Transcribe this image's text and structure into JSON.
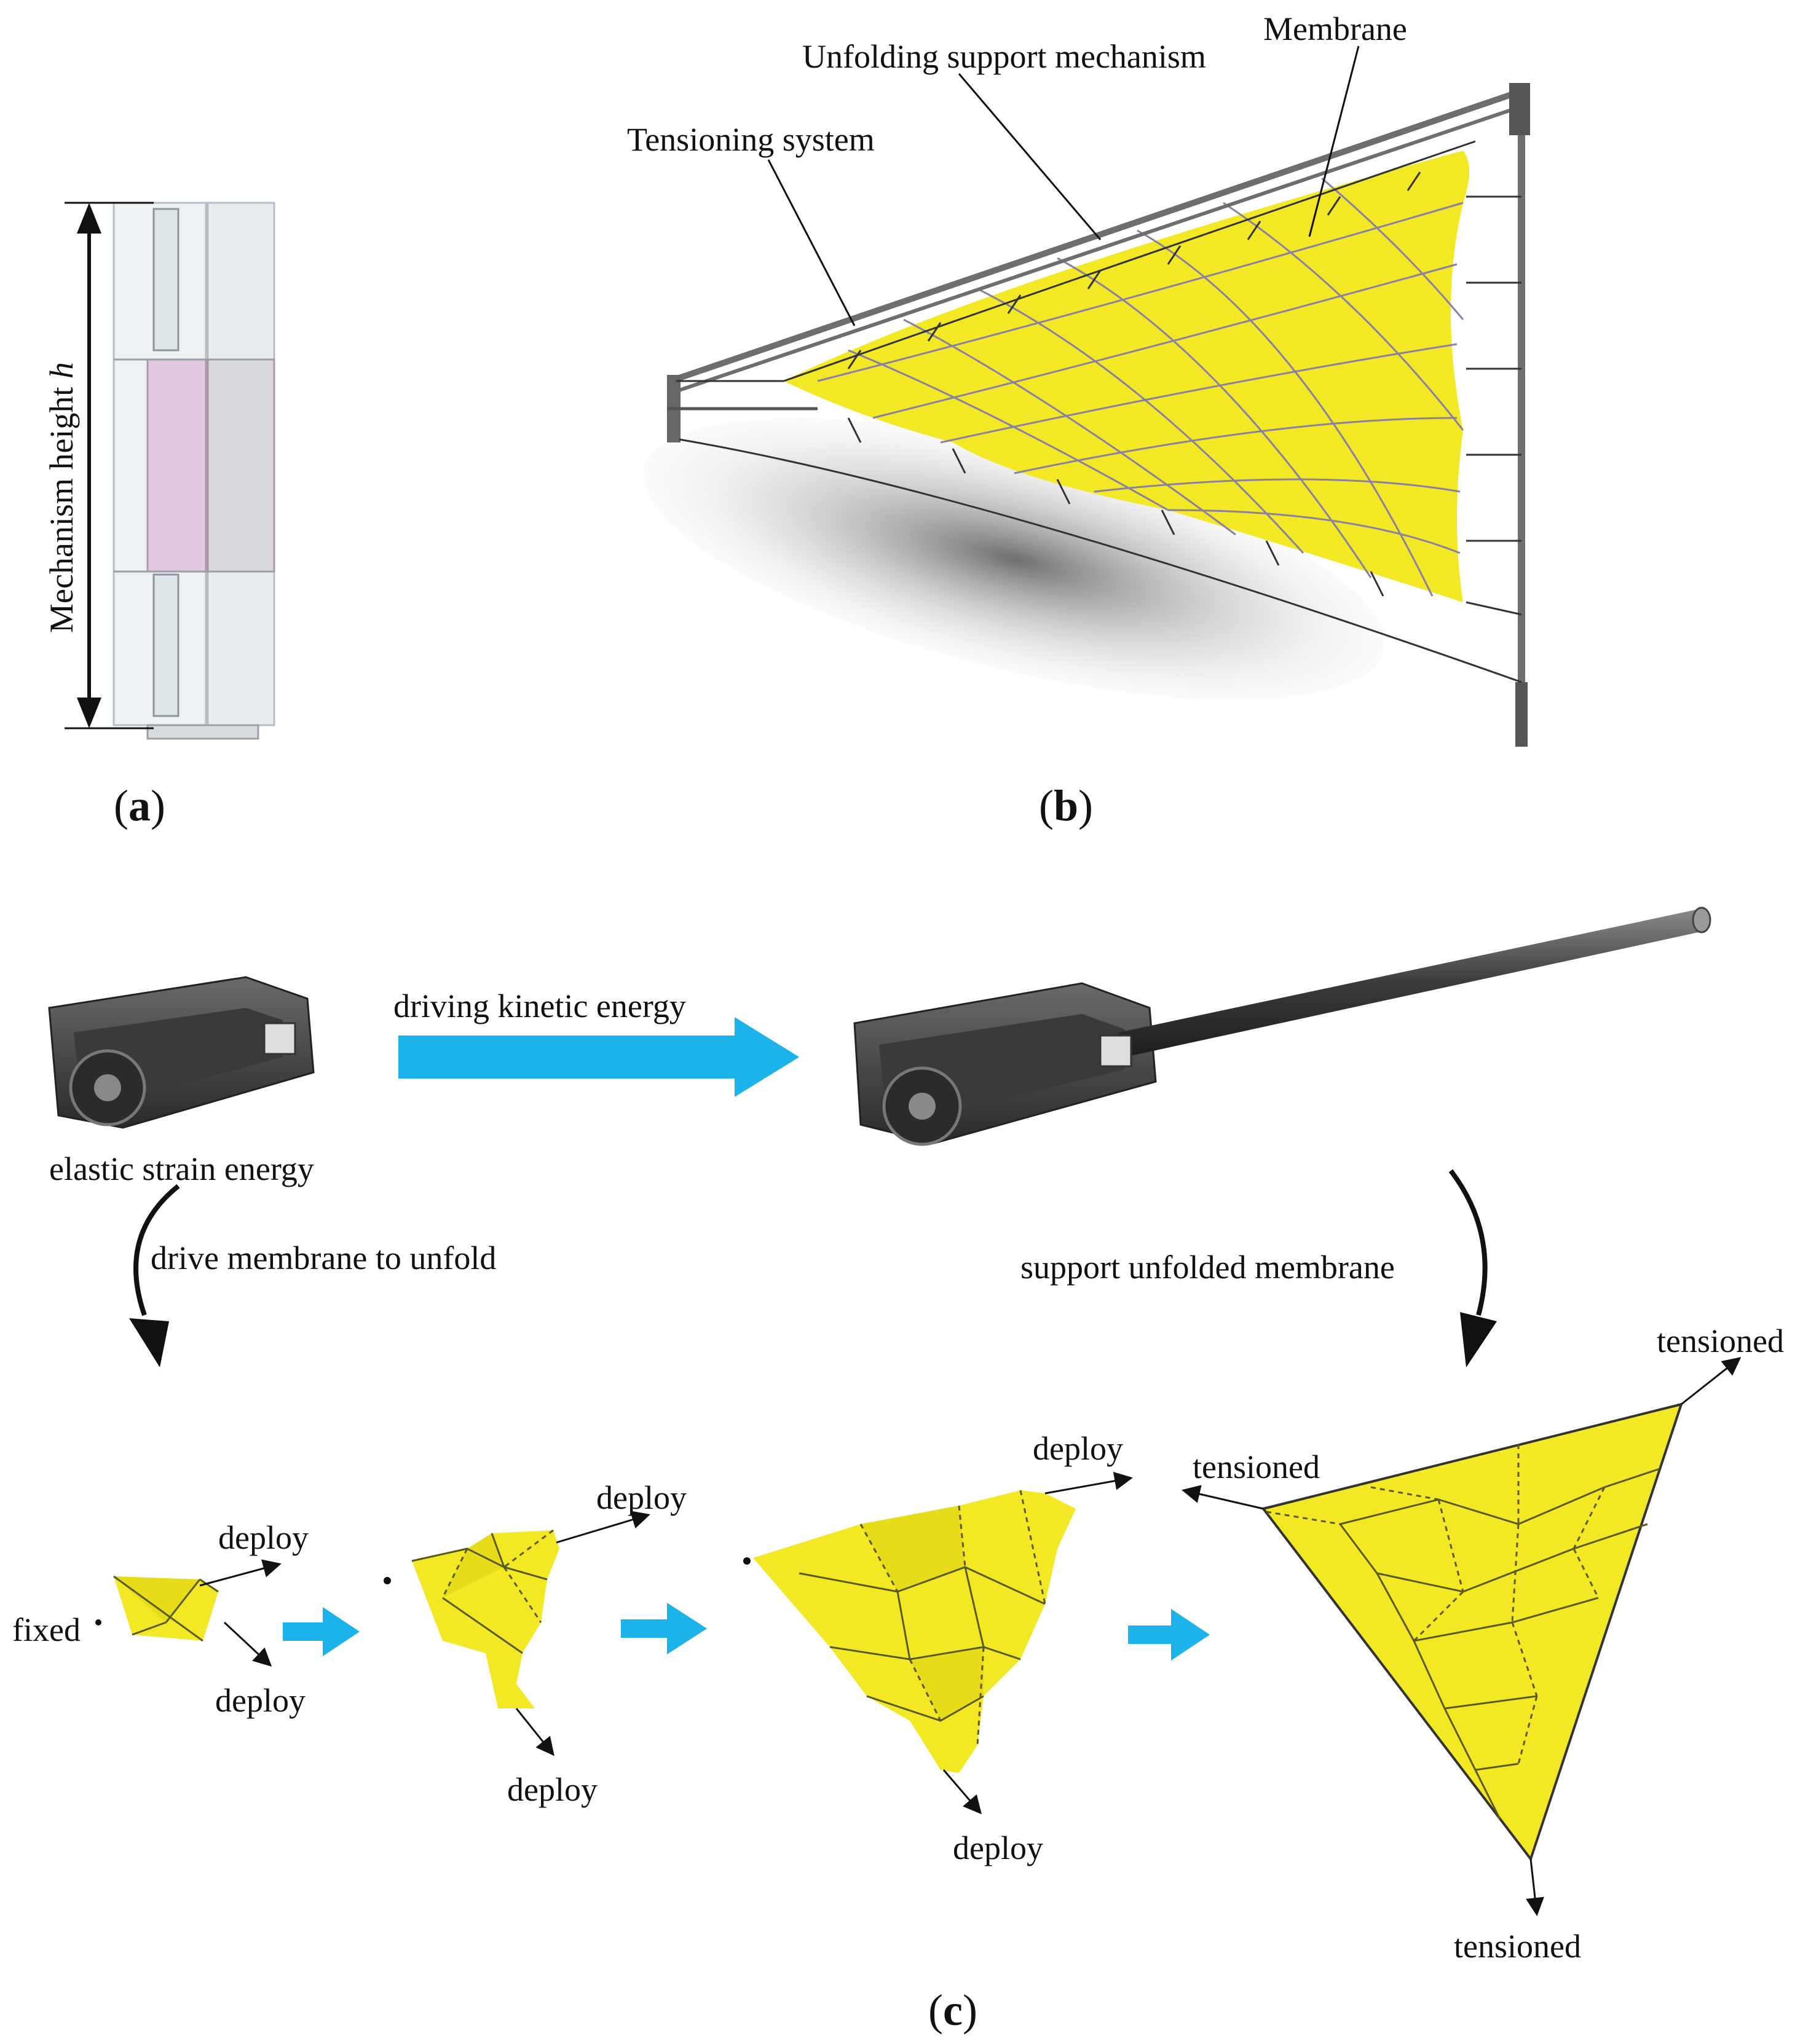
{
  "panel_a": {
    "dimension_label": "Mechanism height h",
    "caption_letter": "a"
  },
  "panel_b": {
    "callout_tensioning": "Tensioning system",
    "callout_unfolding": "Unfolding support mechanism",
    "callout_membrane": "Membrane",
    "caption_letter": "b"
  },
  "panel_c": {
    "driving_kinetic_energy": "driving kinetic energy",
    "elastic_strain_energy": "elastic strain energy",
    "drive_membrane": "drive membrane to unfold",
    "support_membrane": "support unfolded membrane",
    "fixed": "fixed",
    "deploy": "deploy",
    "tensioned": "tensioned",
    "caption_letter": "c"
  },
  "colors": {
    "membrane_yellow": "#f2e824",
    "flow_arrow_blue": "#1bb3ea",
    "frame_gray": "#6e6e6e"
  }
}
